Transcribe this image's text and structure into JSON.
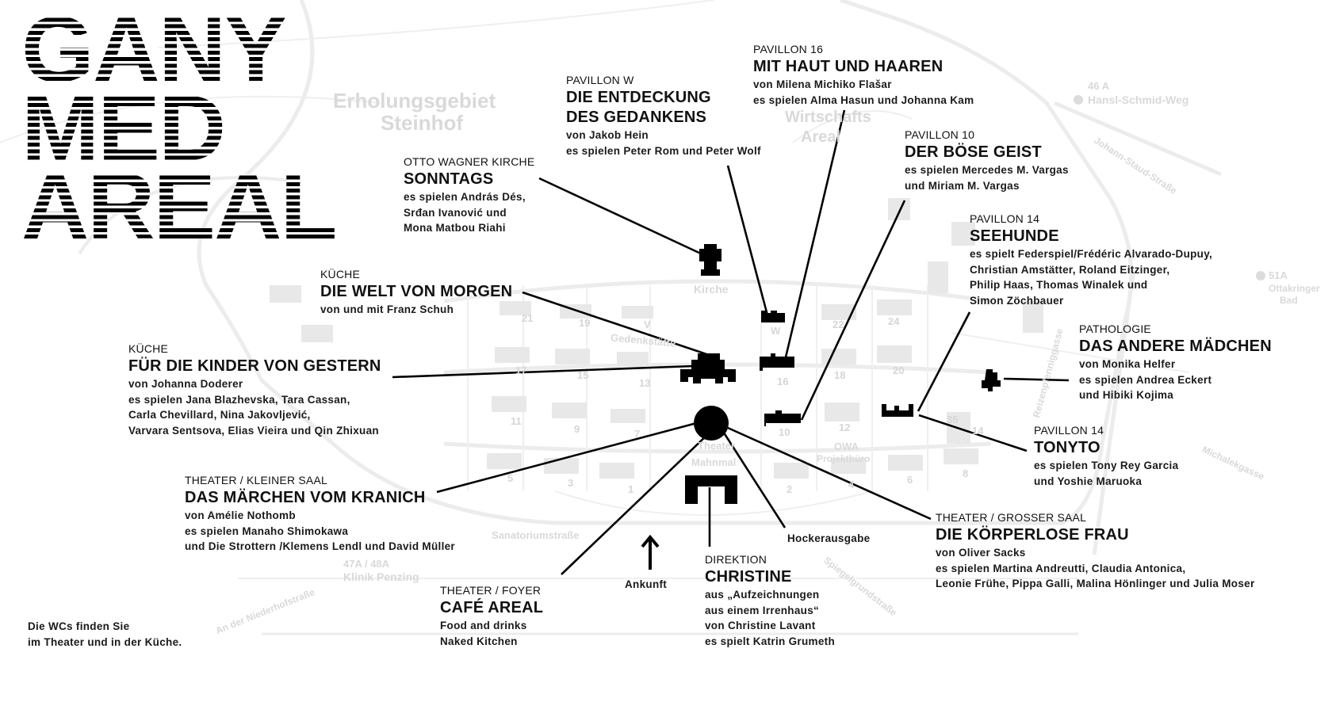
{
  "logo": {
    "lines": [
      "GANY",
      "MED",
      "AREAL"
    ]
  },
  "venues": [
    {
      "label": "PAVILLON 16",
      "title": "MIT HAUT UND HAAREN",
      "lines": [
        "von Milena Michiko Flašar",
        "es spielen Alma Hasun und Johanna Kam"
      ]
    },
    {
      "label": "PAVILLON W",
      "title": "DIE ENTDECKUNG",
      "title2": "DES GEDANKENS",
      "lines": [
        "von Jakob Hein",
        "es spielen Peter Rom und Peter Wolf"
      ]
    },
    {
      "label": "OTTO WAGNER KIRCHE",
      "title": "SONNTAGS",
      "lines": [
        "es spielen András Dés,",
        "Srđan Ivanović und",
        "Mona Matbou Riahi"
      ]
    },
    {
      "label": "PAVILLON 10",
      "title": "DER BÖSE GEIST",
      "lines": [
        "es spielen Mercedes M. Vargas",
        "und Miriam M. Vargas"
      ]
    },
    {
      "label": "PAVILLON 14",
      "title": "SEEHUNDE",
      "lines": [
        "es spielt Federspiel/Frédéric Alvarado-Dupuy,",
        "Christian Amstätter, Roland Eitzinger,",
        "Philip Haas, Thomas Winalek und",
        "Simon Zöchbauer"
      ]
    },
    {
      "label": "KÜCHE",
      "title": "DIE WELT VON MORGEN",
      "lines": [
        "von und mit Franz Schuh"
      ]
    },
    {
      "label": "KÜCHE",
      "title": "FÜR DIE KINDER VON GESTERN",
      "lines": [
        "von Johanna Doderer",
        "es spielen Jana Blazhevska, Tara Cassan,",
        "Carla Chevillard, Nina Jakovljević,",
        "Varvara Sentsova, Elias Vieira und Qin Zhixuan"
      ]
    },
    {
      "label": "PATHOLOGIE",
      "title": "DAS ANDERE MÄDCHEN",
      "lines": [
        "von Monika Helfer",
        "es spielen Andrea Eckert",
        "und Hibiki Kojima"
      ]
    },
    {
      "label": "PAVILLON 14",
      "title": "TONYTO",
      "lines": [
        "es spielen Tony Rey Garcia",
        "und Yoshie Maruoka"
      ]
    },
    {
      "label": "THEATER / KLEINER SAAL",
      "title": "DAS MÄRCHEN VOM KRANICH",
      "lines": [
        "von Amélie Nothomb",
        "es spielen Manaho Shimokawa",
        "und Die Strottern /Klemens Lendl und David Müller"
      ]
    },
    {
      "label": "THEATER / GROSSER SAAL",
      "title": "DIE KÖRPERLOSE FRAU",
      "lines": [
        "von Oliver Sacks",
        "es spielen Martina Andreutti, Claudia Antonica,",
        "Leonie Frühe, Pippa Galli, Malina Hönlinger und Julia Moser"
      ]
    },
    {
      "label": "DIREKTION",
      "title": "CHRISTINE",
      "lines": [
        "aus „Aufzeichnungen",
        "aus einem Irrenhaus“",
        "von Christine Lavant",
        "es spielt Katrin Grumeth"
      ]
    },
    {
      "label": "THEATER / FOYER",
      "title": "CAFÉ AREAL",
      "lines": [
        "Food and drinks",
        "Naked Kitchen"
      ]
    }
  ],
  "hockerausgabe": "Hockerausgabe",
  "ankunft": "Ankunft",
  "wc_note": [
    "Die WCs finden Sie",
    "im Theater und in der Küche."
  ],
  "map": {
    "labels": [
      "Erholungsgebiet",
      "Steinhof",
      "Kirche",
      "46 A",
      "Hansl-Schmid-Weg",
      "Johann-Staud-Straße",
      "51A",
      "Ottakringer",
      "Bad",
      "Sanatoriumstraße",
      "47A / 48A",
      "Klinik Penzing",
      "Gedenkstätte",
      "Theater",
      "Mahnmal",
      "OWA",
      "Projektbüro",
      "Wirtschafts",
      "Areal",
      "Spiegelgrundstraße",
      "An der Niederhofstraße",
      "Michalekgasse",
      "Reizenpfenniggasse"
    ],
    "pavilions": [
      "21",
      "19",
      "V",
      "W",
      "22",
      "24",
      "17",
      "15",
      "13",
      "16",
      "18",
      "20",
      "11",
      "9",
      "7",
      "10",
      "12",
      "35",
      "14",
      "5",
      "3",
      "1",
      "2",
      "4",
      "6",
      "8"
    ]
  },
  "colors": {
    "ink": "#000000",
    "map_gray": "#e6e6e6"
  }
}
